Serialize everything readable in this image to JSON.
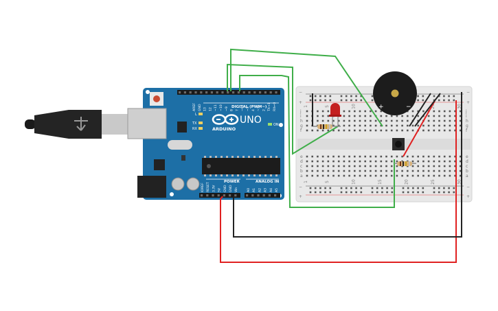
{
  "board": {
    "brand": "ARDUINO",
    "model": "UNO",
    "digital_label": "DIGITAL (PWM~)",
    "power_label": "POWER",
    "analog_label": "ANALOG IN",
    "on_label": "ON",
    "l_label": "L",
    "tx_label": "TX",
    "rx_label": "RX",
    "top_pins": [
      "AREF",
      "GND",
      "13",
      "12",
      "~11",
      "~10",
      "~9",
      "8",
      "7",
      "~6",
      "~5",
      "4",
      "~3",
      "2",
      "TX→1",
      "RX←0"
    ],
    "power_pins": [
      "IOREF",
      "RESET",
      "3.3V",
      "5V",
      "GND",
      "GND",
      "Vin"
    ],
    "analog_pins": [
      "A0",
      "A1",
      "A2",
      "A3",
      "A4",
      "A5"
    ]
  },
  "breadboard": {
    "top_rows": [
      "j",
      "i",
      "h",
      "g",
      "f"
    ],
    "bottom_rows": [
      "e",
      "d",
      "c",
      "b",
      "a"
    ],
    "columns": [
      "1",
      "",
      "",
      "",
      "5",
      "",
      "",
      "",
      "",
      "10",
      "",
      "",
      "",
      "",
      "15",
      "",
      "",
      "",
      "",
      "20",
      "",
      "",
      "",
      "",
      "25",
      "",
      "",
      "",
      "",
      "30"
    ],
    "plus": "+",
    "minus": "−"
  },
  "buzzer": {
    "plus": "+",
    "minus": "−"
  },
  "colors": {
    "board": "#1d6fa6",
    "wire_green": "#3fae49",
    "wire_red": "#e02020",
    "wire_black": "#222222",
    "led": "#c42020"
  }
}
